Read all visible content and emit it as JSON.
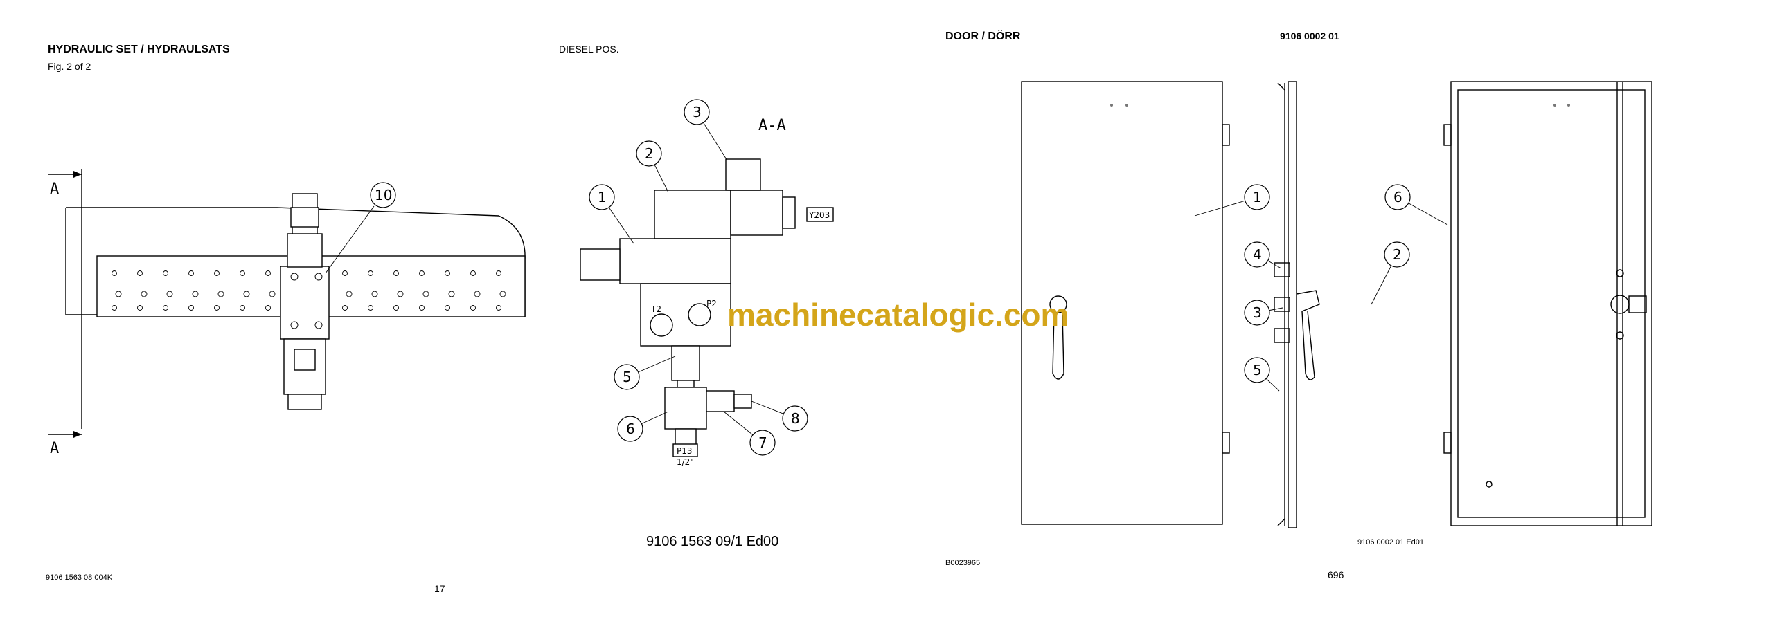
{
  "left_page": {
    "title": "HYDRAULIC SET / HYDRAULSATS",
    "figure": "Fig. 2 of 2",
    "position": "DIESEL POS.",
    "section_label": "A-A",
    "section_arrow_label": "A",
    "callouts": [
      "1",
      "2",
      "3",
      "5",
      "6",
      "7",
      "8",
      "10"
    ],
    "valve_labels": [
      "Y203",
      "T2",
      "P2",
      "P13",
      "1/2\""
    ],
    "part_number": "9106 1563 09/1  Ed00",
    "footer_code": "9106 1563 08  004K",
    "page_number": "17"
  },
  "right_page": {
    "title": "DOOR / DÖRR",
    "doc_number": "9106 0002 01",
    "callouts": [
      "1",
      "2",
      "3",
      "4",
      "5",
      "6"
    ],
    "drawing_ref": "9106 0002 01 Ed01",
    "footer_code": "B0023965",
    "page_number": "696"
  },
  "watermark": "machinecatalogic.com"
}
